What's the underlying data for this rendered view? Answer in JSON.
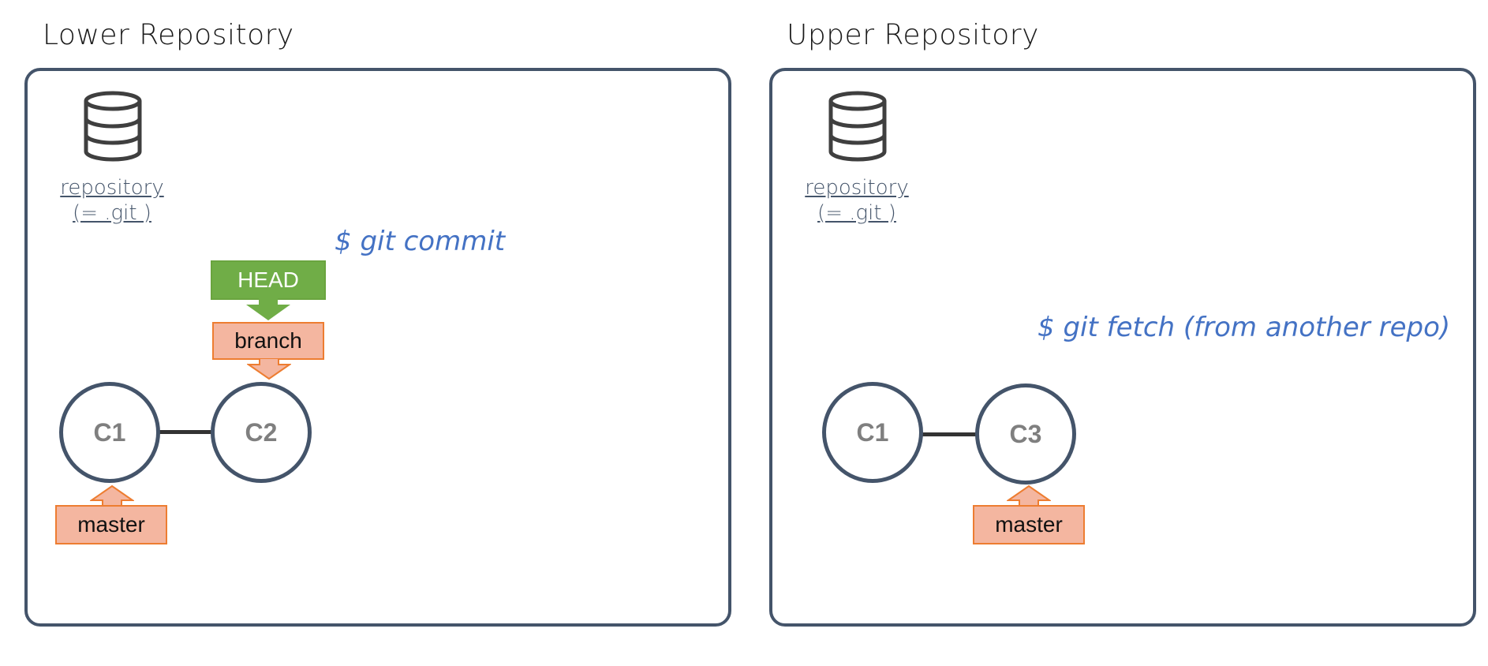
{
  "lower": {
    "title": "Lower Repository",
    "repo_line1": "repository",
    "repo_line2": "(= .git )",
    "command": "$ git commit",
    "commits": [
      "C1",
      "C2"
    ],
    "head_label": "HEAD",
    "branch_label": "branch",
    "master_label": "master"
  },
  "upper": {
    "title": "Upper Repository",
    "repo_line1": "repository",
    "repo_line2": "(= .git )",
    "command": "$ git fetch (from another repo)",
    "commits": [
      "C1",
      "C3"
    ],
    "master_label": "master"
  },
  "colors": {
    "frame": "#44546a",
    "branch_fill": "#f4b6a0",
    "branch_border": "#ed7d31",
    "head_fill": "#70ad47",
    "command_text": "#4472c4"
  }
}
